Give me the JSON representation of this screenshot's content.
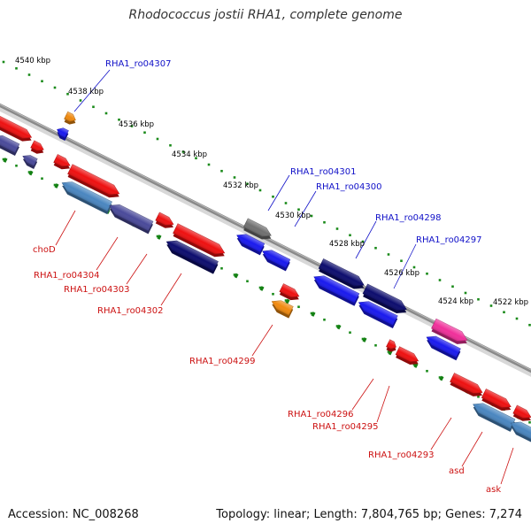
{
  "title": "Rhodococcus jostii RHA1, complete genome",
  "footer": {
    "accession": "Accession: NC_008268",
    "topology": "Topology: linear; Length: 7,804,765 bp; Genes: 7,274"
  },
  "colors": {
    "backbone": "#8a8a8a",
    "tick_dot": "#1a8a1a",
    "label_top": "#1010c8",
    "label_bottom": "#cc1111",
    "red": "#ee1111",
    "blue": "#1a1aee",
    "navy": "#0d0d6e",
    "steel": "#4a86c0",
    "slate": "#4a4a9a",
    "orange": "#f08a10",
    "gray": "#707070",
    "magenta": "#f0309a"
  },
  "ticks": [
    {
      "label": "4540 kbp"
    },
    {
      "label": "4538 kbp"
    },
    {
      "label": "4536 kbp"
    },
    {
      "label": "4534 kbp"
    },
    {
      "label": "4532 kbp"
    },
    {
      "label": "4530 kbp"
    },
    {
      "label": "4528 kbp"
    },
    {
      "label": "4526 kbp"
    },
    {
      "label": "4524 kbp"
    },
    {
      "label": "4522 kbp"
    }
  ],
  "top_labels": [
    {
      "text": "RHA1_ro04307"
    },
    {
      "text": "RHA1_ro04301"
    },
    {
      "text": "RHA1_ro04300"
    },
    {
      "text": "RHA1_ro04298"
    },
    {
      "text": "RHA1_ro04297"
    }
  ],
  "bottom_labels": [
    {
      "text": "choD"
    },
    {
      "text": "RHA1_ro04304"
    },
    {
      "text": "RHA1_ro04303"
    },
    {
      "text": "RHA1_ro04302"
    },
    {
      "text": "RHA1_ro04299"
    },
    {
      "text": "RHA1_ro04296"
    },
    {
      "text": "RHA1_ro04295"
    },
    {
      "text": "RHA1_ro04293"
    },
    {
      "text": "asd"
    },
    {
      "text": "ask"
    }
  ],
  "features": [
    {
      "color": "red"
    },
    {
      "color": "red"
    },
    {
      "color": "slate"
    },
    {
      "color": "slate"
    },
    {
      "color": "orange"
    },
    {
      "color": "blue"
    },
    {
      "color": "red"
    },
    {
      "color": "red"
    },
    {
      "color": "steel"
    },
    {
      "color": "slate"
    },
    {
      "color": "red"
    },
    {
      "color": "red"
    },
    {
      "color": "navy"
    },
    {
      "color": "gray"
    },
    {
      "color": "blue"
    },
    {
      "color": "blue"
    },
    {
      "color": "red"
    },
    {
      "color": "orange"
    },
    {
      "color": "navy"
    },
    {
      "color": "navy"
    },
    {
      "color": "blue"
    },
    {
      "color": "blue"
    },
    {
      "color": "magenta"
    },
    {
      "color": "blue"
    },
    {
      "color": "red"
    },
    {
      "color": "red"
    },
    {
      "color": "red"
    },
    {
      "color": "red"
    },
    {
      "color": "red"
    },
    {
      "color": "steel"
    },
    {
      "color": "steel"
    }
  ]
}
